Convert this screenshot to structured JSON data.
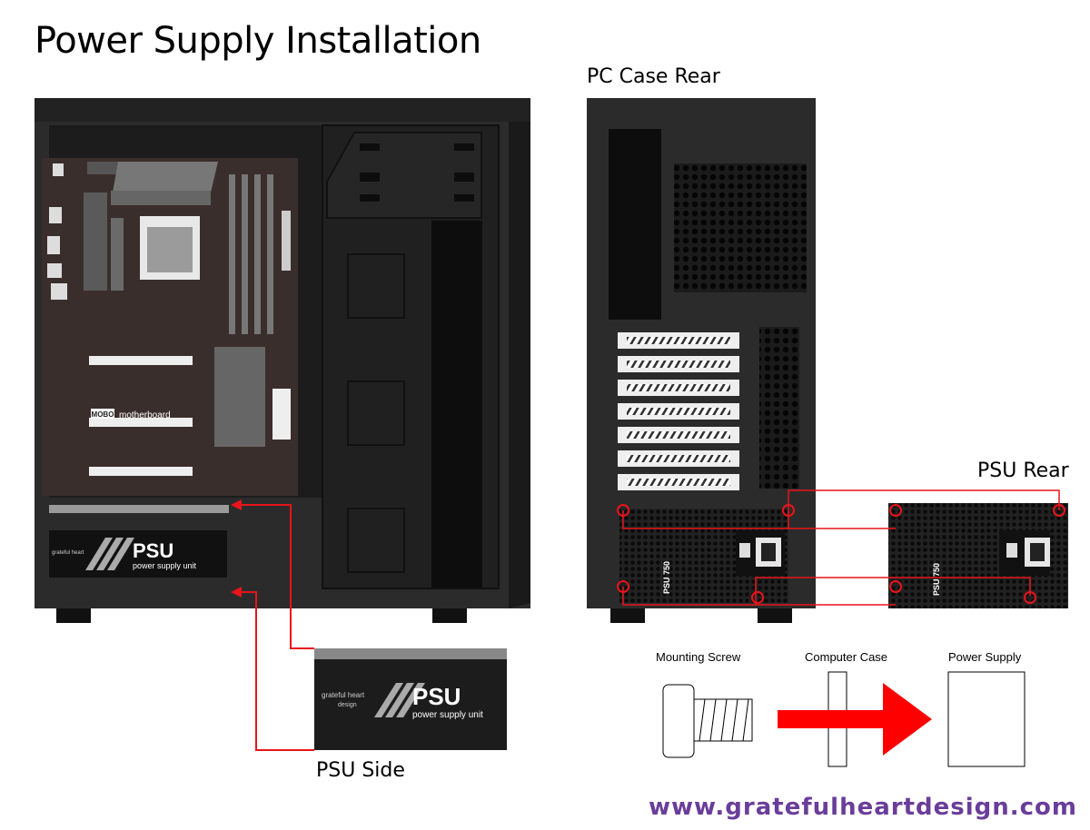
{
  "title": "Power Supply Installation",
  "labels": {
    "case_rear": "PC Case Rear",
    "psu_rear": "PSU Rear",
    "psu_side": "PSU Side"
  },
  "mobo": {
    "tag": "MOBO",
    "text": "motherboard"
  },
  "psu_block": {
    "brand_line1": "grateful heart",
    "brand_line2": "design",
    "title": "PSU",
    "subtitle": "power supply unit"
  },
  "psu_model": "PSU 750",
  "screw_diagram": {
    "screw": "Mounting Screw",
    "case": "Computer Case",
    "psu": "Power Supply"
  },
  "footer": "www.gratefulheartdesign.com",
  "colors": {
    "case_dark": "#2a2a2a",
    "case_panel": "#1e1e1e",
    "motherboard": "#3a2e2c",
    "accent_red": "#e8141b",
    "footer_purple": "#6a3d9a"
  }
}
